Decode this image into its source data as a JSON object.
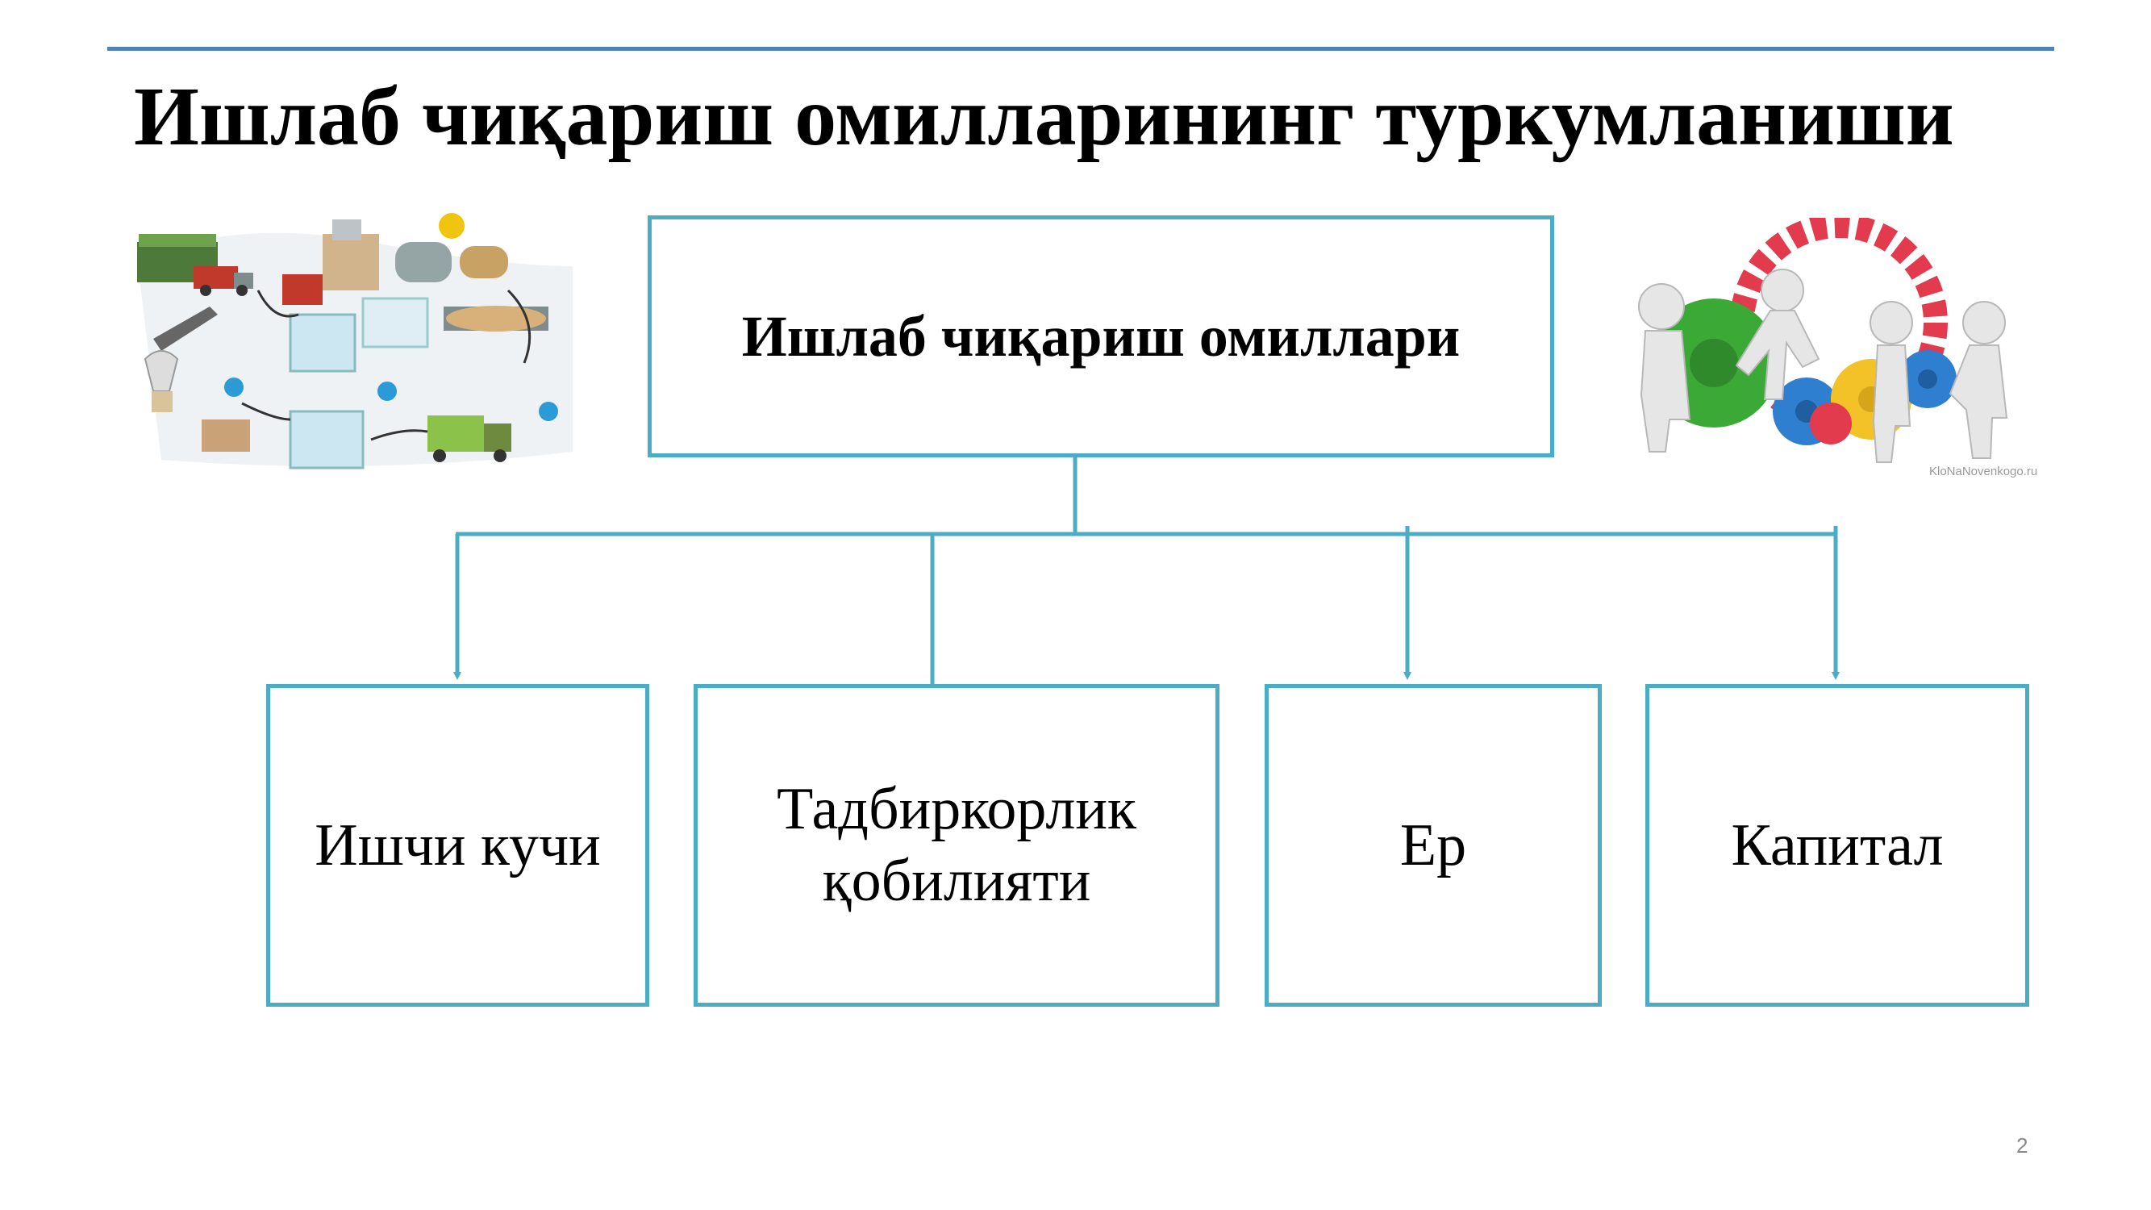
{
  "slide": {
    "title": "Ишлаб чиқариш омилларининг туркумланиши",
    "page_number": "2",
    "accent_color": "#4f81bd",
    "box_border_color": "#4bacc6"
  },
  "diagram": {
    "root": {
      "label": "Ишлаб чиқариш омиллари"
    },
    "children": [
      {
        "label": "Ишчи кучи"
      },
      {
        "label": "Тадбиркорлик қобилияти"
      },
      {
        "label": "Ер"
      },
      {
        "label": "Капитал"
      }
    ]
  },
  "illustrations": {
    "left": {
      "icon": "production-line-illustration"
    },
    "right": {
      "icon": "people-with-gears-illustration",
      "watermark": "KloNaNovenkogo.ru"
    }
  }
}
